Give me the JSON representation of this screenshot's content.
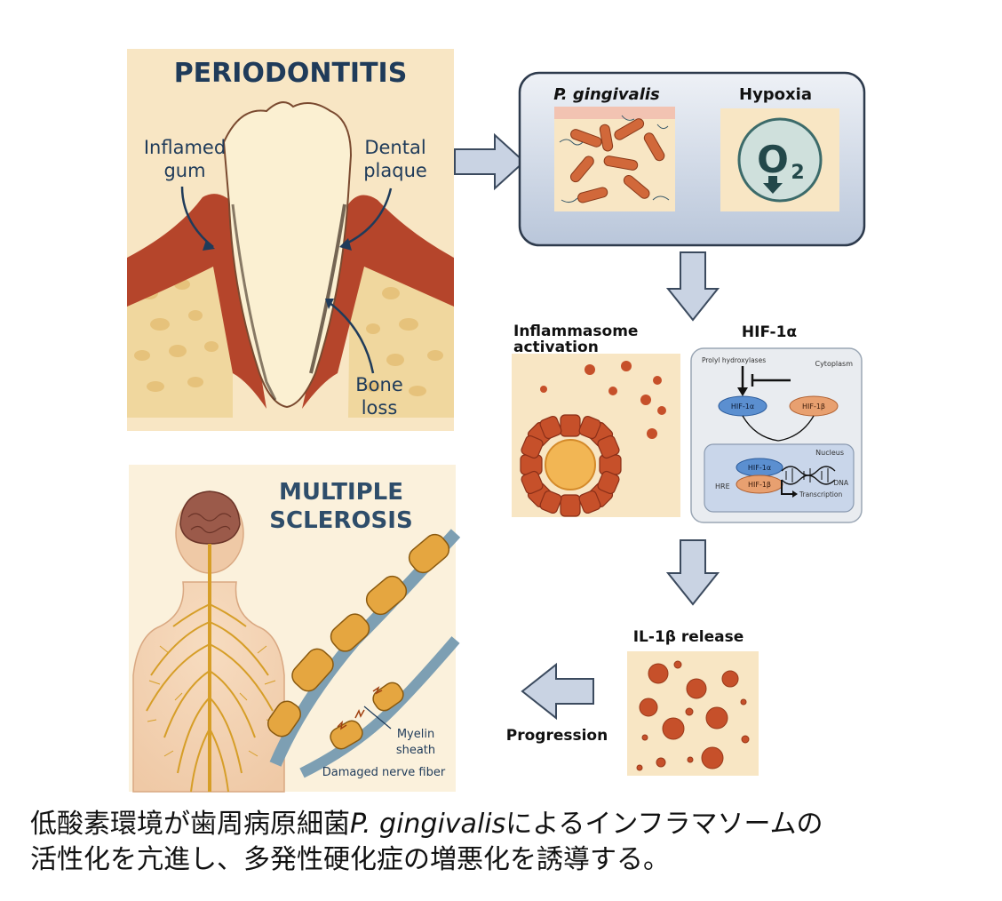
{
  "periodontitis": {
    "title": "PERIODONTITIS",
    "inflamed_gum": [
      "Inflamed",
      "gum"
    ],
    "dental_plaque": [
      "Dental",
      "plaque"
    ],
    "bone_loss": [
      "Bone",
      "loss"
    ]
  },
  "factors": {
    "pathogen_label": "P. gingivalis",
    "hypoxia_label": "Hypoxia",
    "o2_symbol": "O",
    "o2_subscript": "2"
  },
  "inflammasome": {
    "label": [
      "Inflammasome",
      "activation"
    ]
  },
  "hif": {
    "title": "HIF-1α",
    "prolyl": "Prolyl hydroxylases",
    "cytoplasm": "Cytoplasm",
    "hif1a": "HIF-1α",
    "hif1b": "HIF-1β",
    "nucleus": "Nucleus",
    "hre": "HRE",
    "dna": "DNA",
    "transcription": "Transcription"
  },
  "il1b": {
    "label": "IL-1β release"
  },
  "progression": {
    "label": "Progression"
  },
  "ms": {
    "title": [
      "MULTIPLE",
      "SCLEROSIS"
    ],
    "myelin": [
      "Myelin",
      "sheath"
    ],
    "damaged": "Damaged nerve fiber"
  },
  "caption": {
    "line1_pre": "低酸素環境が歯周病原細菌",
    "line1_italic": "P. gingivalis",
    "line1_post": "によるインフラマソームの",
    "line2": "活性化を亢進し、多発性硬化症の増悪化を誘導する。"
  },
  "colors": {
    "panel_beige": "#f8e6c4",
    "factor_box": "#c9d3e3",
    "gum": "#b5452b",
    "tooth": "#fbf0d2",
    "navy": "#1f3b5a",
    "hif1a": "#5b8fd0",
    "hif1b": "#e8a070",
    "dot": "#c6502a"
  }
}
